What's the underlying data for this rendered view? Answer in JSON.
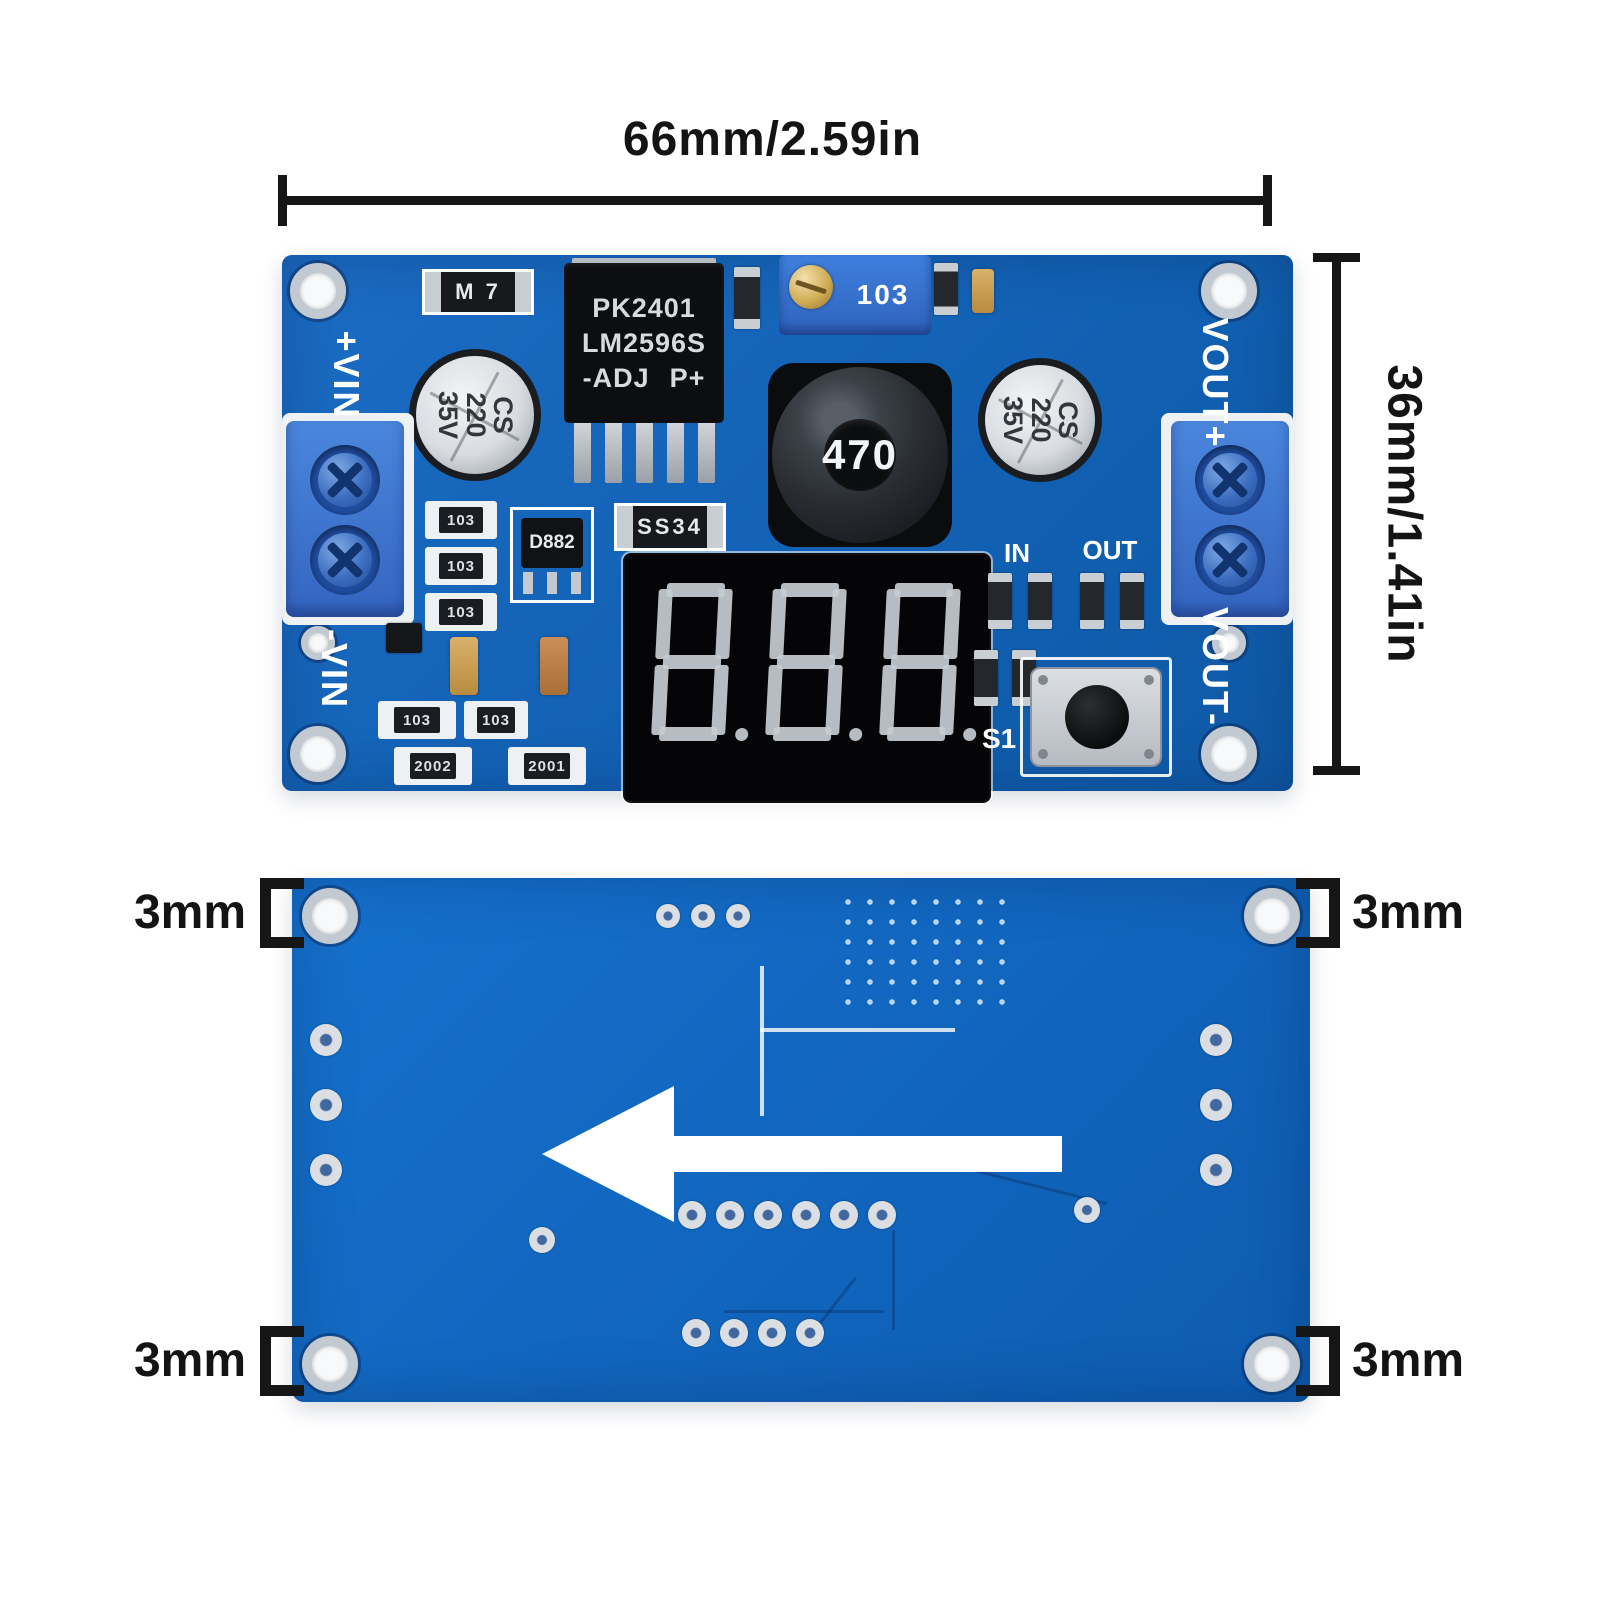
{
  "annotations": {
    "width_dim": "66mm/2.59in",
    "height_dim": "36mm/1.41in",
    "hole_tl": "3mm",
    "hole_tr": "3mm",
    "hole_bl": "3mm",
    "hole_br": "3mm"
  },
  "front": {
    "vin_plus": "+VIN",
    "vin_minus": "-VIN",
    "vout_plus": "VOUT+",
    "vout_minus": "VOUT-",
    "in_label": "IN",
    "out_label": "OUT",
    "s1_label": "S1",
    "m7": "M 7",
    "ic1": "PK2401",
    "ic2": "LM2596S",
    "ic3": "-ADJ",
    "ic4": "P+",
    "pot": "103",
    "inductor": "470",
    "cap_brand": "CS",
    "cap_uf": "220",
    "cap_v": "35V",
    "d882": "D882",
    "ss34": "SS34",
    "r_left": [
      "103",
      "103",
      "103"
    ],
    "r_bottom": [
      "103",
      "103",
      "2002",
      "2001"
    ],
    "display": "888"
  }
}
